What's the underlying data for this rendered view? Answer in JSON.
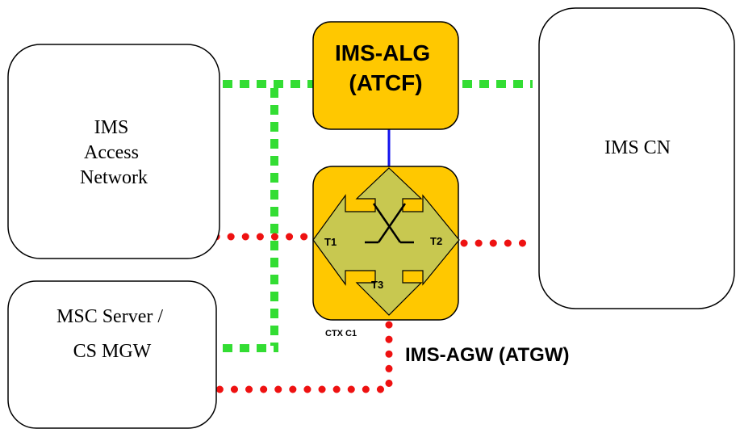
{
  "nodes": {
    "ims_access_network": {
      "lines": [
        "IMS",
        "Access",
        "Network"
      ]
    },
    "msc_server": {
      "lines": [
        "MSC Server /",
        "CS MGW"
      ]
    },
    "ims_cn": {
      "label": "IMS CN"
    },
    "ims_alg": {
      "lines": [
        "IMS-ALG",
        "(ATCF)"
      ]
    },
    "ims_agw": {
      "label": "IMS-AGW (ATGW)",
      "context_label": "CTX C1",
      "terminations": {
        "t1": "T1",
        "t2": "T2",
        "t3": "T3"
      }
    }
  },
  "colors": {
    "node_fill": "#ffffff",
    "node_stroke": "#000000",
    "gateway_fill": "#ffc800",
    "arrow_fill": "#c8c850",
    "signaling_link": "#33dd33",
    "media_link": "#ee1111",
    "control_link": "#1111ee"
  }
}
